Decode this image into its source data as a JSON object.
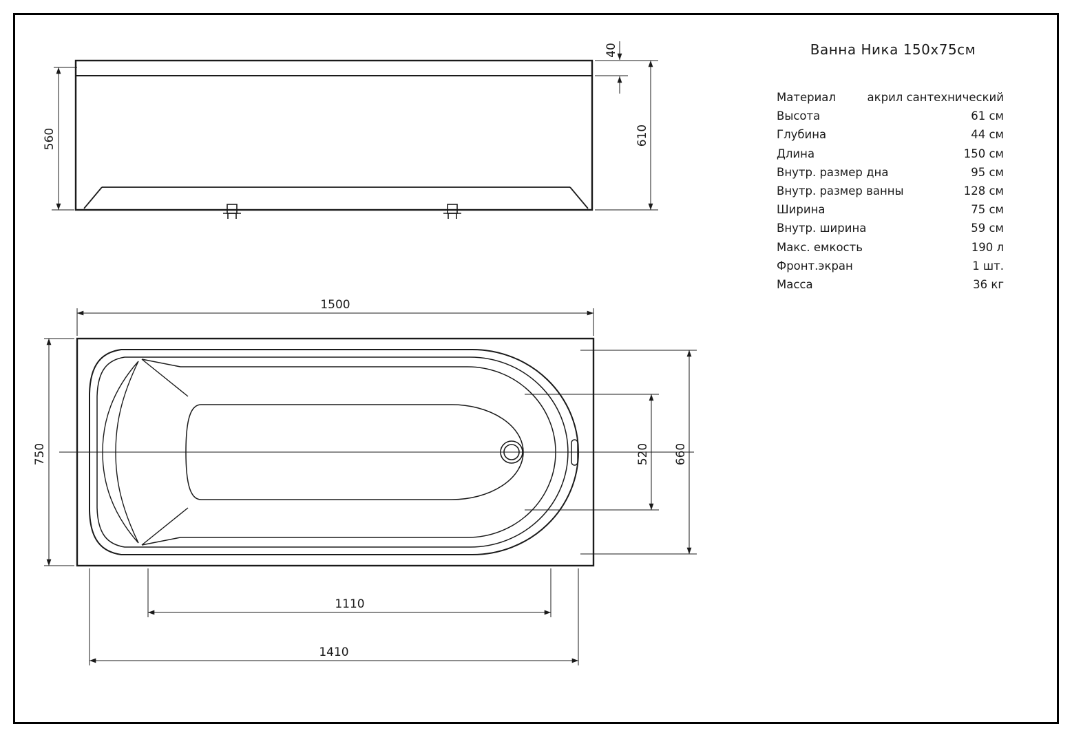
{
  "title": "Ванна Ника 150х75см",
  "specs": {
    "rows": [
      {
        "label": "Материал",
        "value": "акрил сантехнический"
      },
      {
        "label": "Высота",
        "value": "61 см"
      },
      {
        "label": "Глубина",
        "value": "44 см"
      },
      {
        "label": "Длина",
        "value": "150 см"
      },
      {
        "label": "Внутр. размер дна",
        "value": "95 см"
      },
      {
        "label": "Внутр. размер ванны",
        "value": "128 см"
      },
      {
        "label": "Ширина",
        "value": "75 см"
      },
      {
        "label": "Внутр. ширина",
        "value": "59 см"
      },
      {
        "label": "Макс. емкость",
        "value": "190 л"
      },
      {
        "label": "Фронт.экран",
        "value": "1 шт."
      },
      {
        "label": "Масса",
        "value": "36 кг"
      }
    ]
  },
  "dimensions": {
    "front_panel_height": "560",
    "rim_thickness": "40",
    "front_total_height": "610",
    "plan_length": "1500",
    "plan_width": "750",
    "drain_zone_width": "520",
    "inner_rim_width": "660",
    "inner_bottom_length": "1110",
    "tub_body_length": "1410"
  },
  "colors": {
    "line": "#1a1a1a",
    "background": "#ffffff"
  }
}
